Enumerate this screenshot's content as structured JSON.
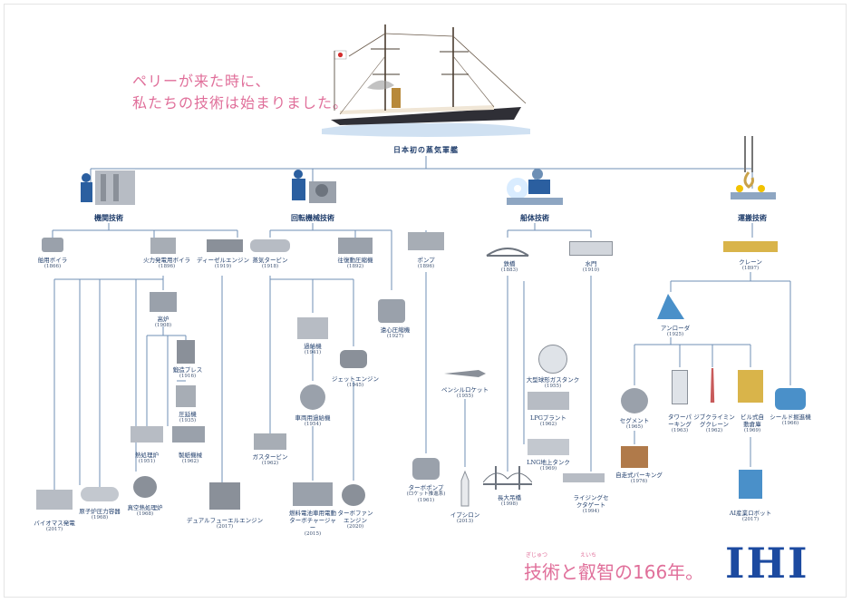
{
  "tagline": [
    "ペリーが来た時に、",
    "私たちの技術は始まりました。"
  ],
  "root": {
    "name": "日本初の蒸気軍艦"
  },
  "categories": {
    "kikan": "機関技術",
    "kaiten": "回転機械技術",
    "sentai": "船体技術",
    "unpan": "運搬技術"
  },
  "nodes": {
    "n_boiler": {
      "name": "舶用ボイラ",
      "year": "(1866)"
    },
    "n_kapower": {
      "name": "火力発電用ボイラ",
      "year": "(1896)"
    },
    "n_diesel": {
      "name": "ディーゼルエンジン",
      "year": "(1919)"
    },
    "n_steam": {
      "name": "蒸気タービン",
      "year": "(1918)"
    },
    "n_recip": {
      "name": "往復動圧縮機",
      "year": "(1892)"
    },
    "n_pump": {
      "name": "ポンプ",
      "year": "(1896)"
    },
    "n_tekkyo": {
      "name": "鉄橋",
      "year": "(1883)"
    },
    "n_suimon": {
      "name": "水門",
      "year": "(1910)"
    },
    "n_crane": {
      "name": "クレーン",
      "year": "(1897)"
    },
    "n_koro": {
      "name": "高炉",
      "year": "(1908)"
    },
    "n_tanzo": {
      "name": "鍛造プレス",
      "year": "(1916)"
    },
    "n_atsuen": {
      "name": "圧延機",
      "year": "(1935)"
    },
    "n_netsu": {
      "name": "熱処理炉",
      "year": "(1951)"
    },
    "n_seishi": {
      "name": "製紙機械",
      "year": "(1962)"
    },
    "n_shinku": {
      "name": "真空熱処理炉",
      "year": "(1968)"
    },
    "n_genshi": {
      "name": "原子炉圧力容器",
      "year": "(1968)"
    },
    "n_bio": {
      "name": "バイオマス発電",
      "year": "(2017)"
    },
    "n_dual": {
      "name": "デュアルフューエルエンジン",
      "year": "(2017)"
    },
    "n_enshin": {
      "name": "遠心圧縮機",
      "year": "(1927)"
    },
    "n_sofu": {
      "name": "過給機",
      "year": "(1941)"
    },
    "n_jet": {
      "name": "ジェットエンジン",
      "year": "(1945)"
    },
    "n_shaturbo": {
      "name": "車両用過給機",
      "year": "(1954)"
    },
    "n_gasturb": {
      "name": "ガスタービン",
      "year": "(1962)"
    },
    "n_nenryo": {
      "name": "燃料電池車用電動ターボチャージャー",
      "year": "(2015)"
    },
    "n_turbofan": {
      "name": "ターボファンエンジン",
      "year": "(2020)"
    },
    "n_pencil": {
      "name": "ペンシルロケット",
      "year": "(1955)"
    },
    "n_turbopump": {
      "name": "ターボポンプ",
      "sub": "(ロケット推進系)",
      "year": "(1961)"
    },
    "n_epsilon": {
      "name": "イプシロン",
      "year": "(2013)"
    },
    "n_chodai": {
      "name": "長大吊橋",
      "year": "(1998)"
    },
    "n_ogata": {
      "name": "大型球形ガスタンク",
      "year": "(1955)"
    },
    "n_lpg": {
      "name": "LPGプラント",
      "year": "(1962)"
    },
    "n_lng": {
      "name": "LNG地上タンク",
      "year": "(1969)"
    },
    "n_rising": {
      "name": "ライジングセクタゲート",
      "year": "(1994)"
    },
    "n_unloader": {
      "name": "アンローダ",
      "year": "(1925)"
    },
    "n_segment": {
      "name": "セグメント",
      "year": "(1965)"
    },
    "n_tower": {
      "name": "タワーパーキング",
      "year": "(1963)"
    },
    "n_jib": {
      "name": "ジブクライミングクレーン",
      "year": "(1962)"
    },
    "n_build": {
      "name": "ビル式自動倉庫",
      "year": "(1969)"
    },
    "n_shield": {
      "name": "シールド掘進機",
      "year": "(1966)"
    },
    "n_jitaku": {
      "name": "自走式パーキング",
      "year": "(1976)"
    },
    "n_ai": {
      "name": "AI産業ロボット",
      "year": "(2017)"
    }
  },
  "footer": {
    "phrase": "技術と叡智の166年。",
    "ruby_gijutsu": "ぎじゅつ",
    "ruby_eichi": "えいち"
  },
  "logo": "IHI",
  "colors": {
    "line": "#6f8fb5",
    "pink": "#e06f9a",
    "navy": "#1f3d6b",
    "logo": "#1c4aa0"
  }
}
